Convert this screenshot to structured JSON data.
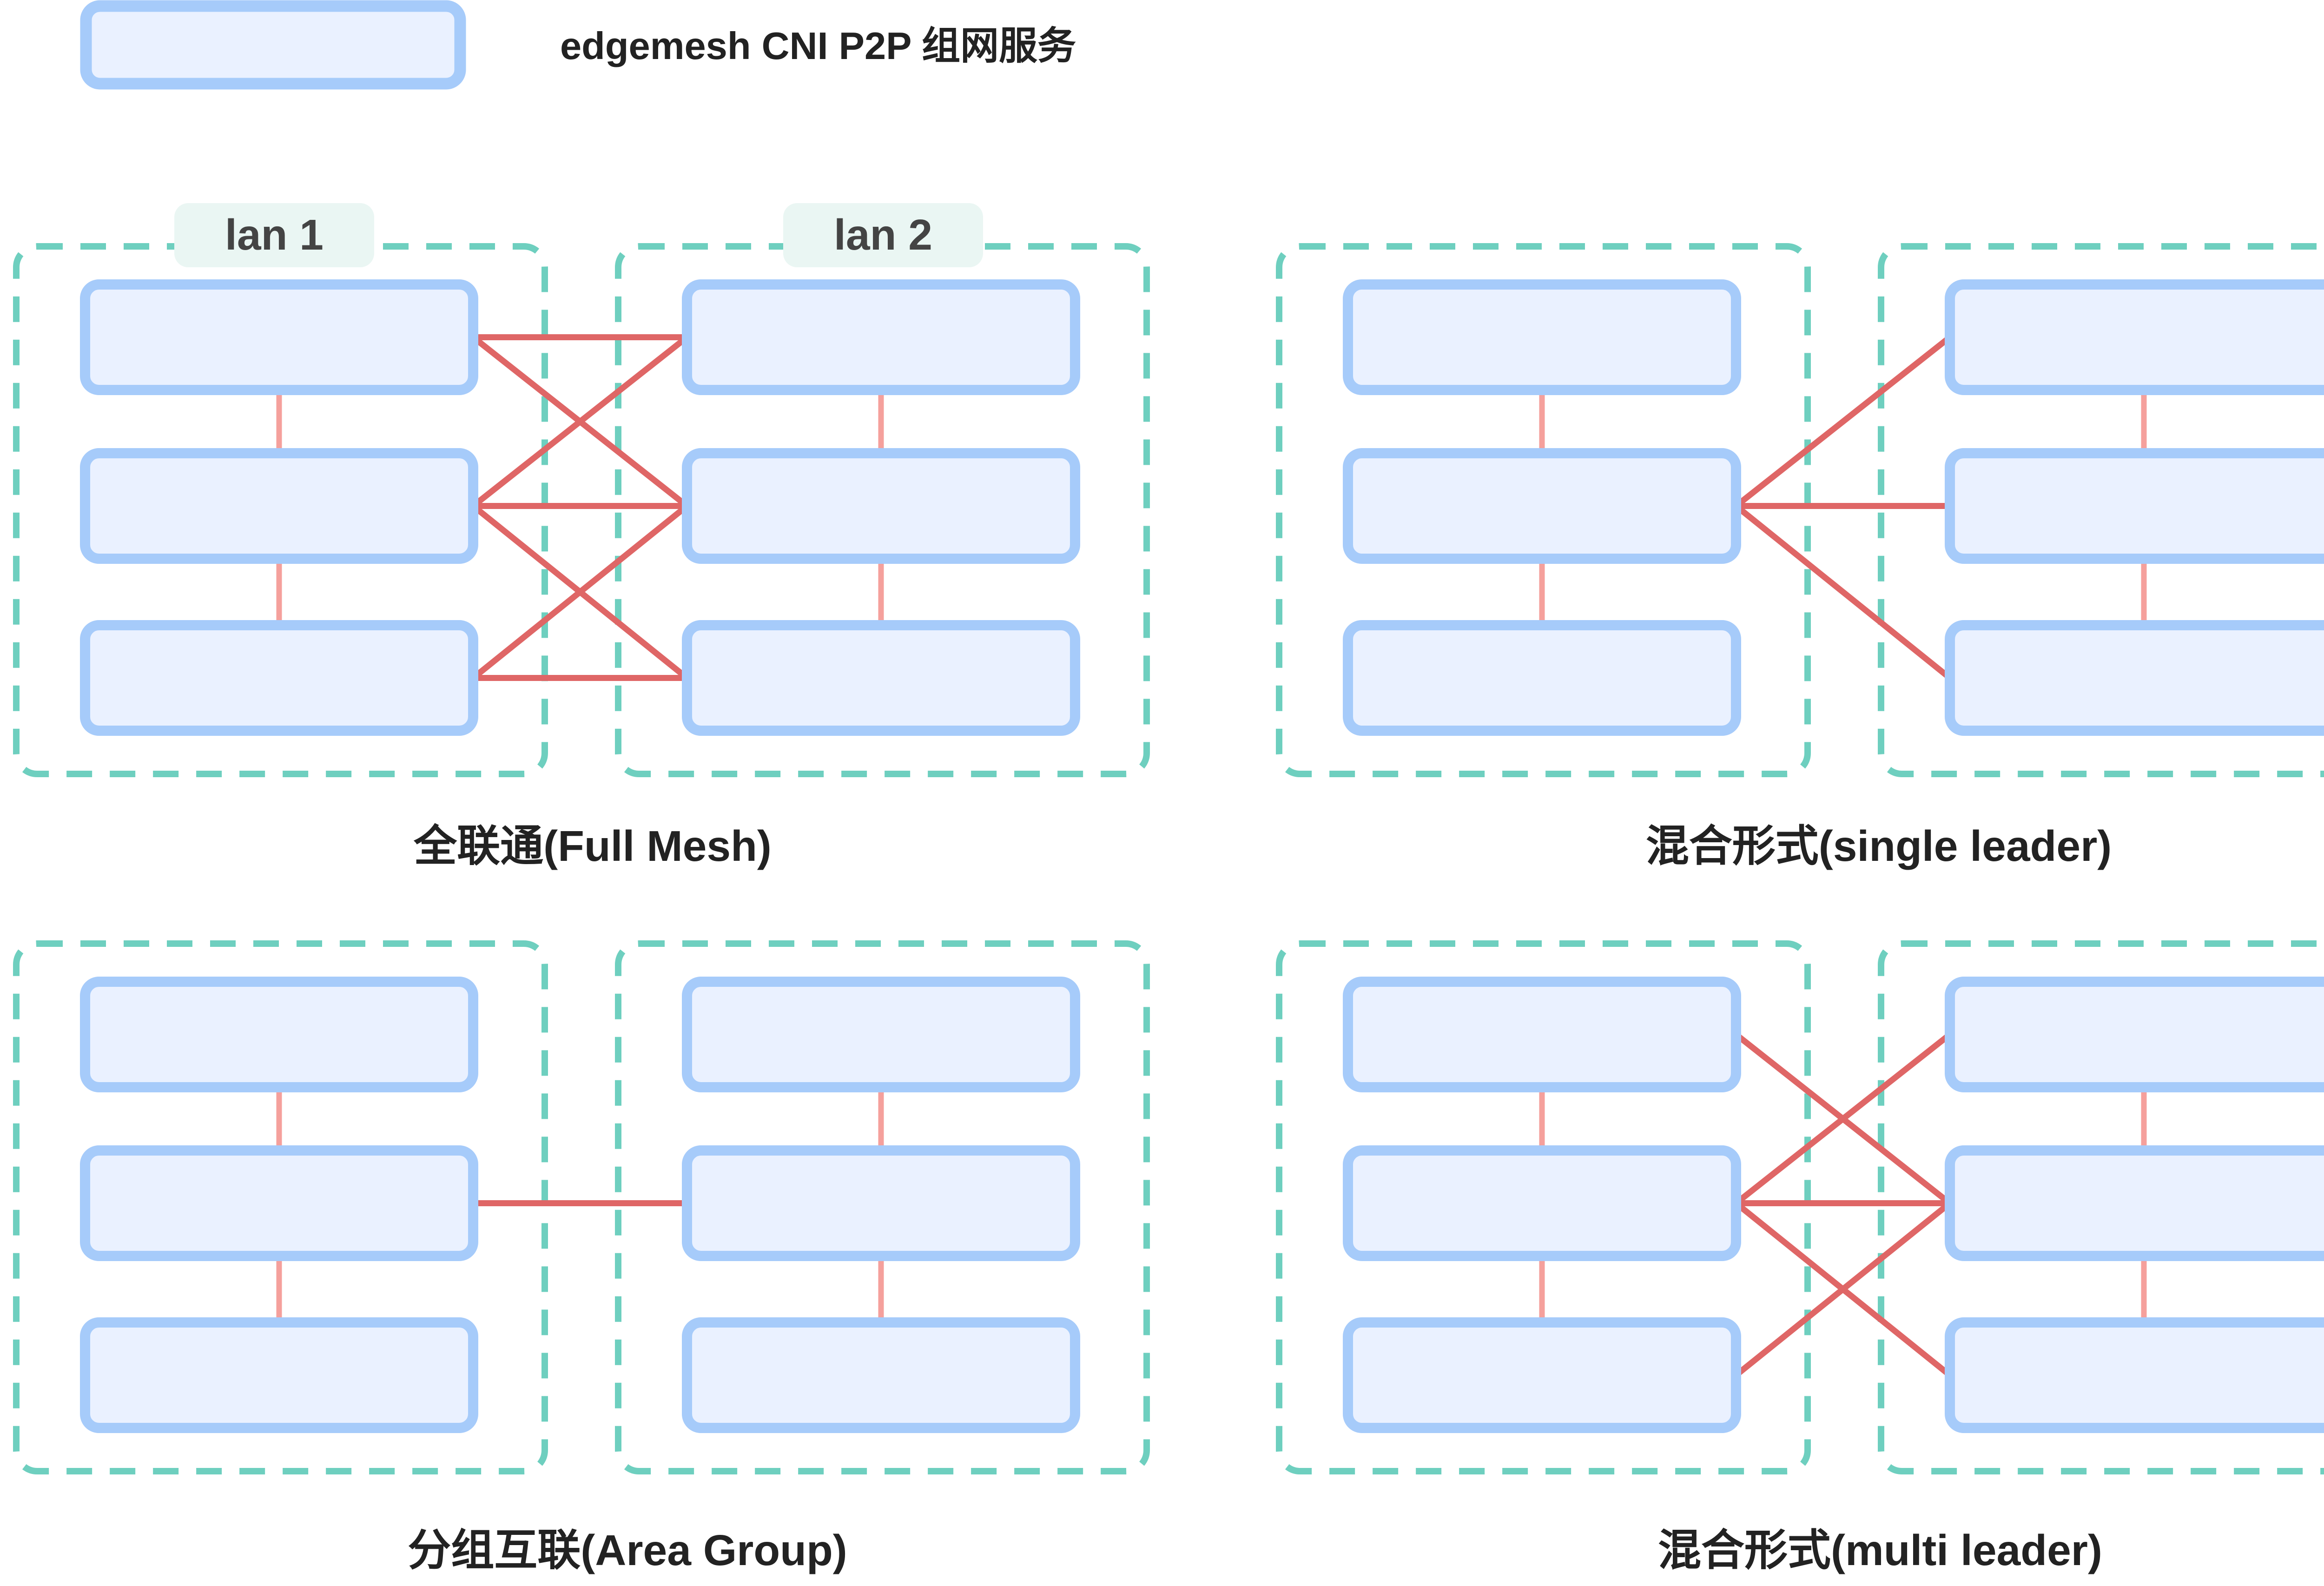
{
  "legend": {
    "label": "edgemesh  CNI P2P 组网服务"
  },
  "lan_tags": [
    "lan 1",
    "lan 2"
  ],
  "panels": [
    {
      "id": "full-mesh",
      "caption": "全联通(Full Mesh)",
      "topology": "full-mesh"
    },
    {
      "id": "single-leader",
      "caption": "混合形式(single leader)",
      "topology": "single-leader"
    },
    {
      "id": "area-group",
      "caption": "分组互联(Area Group)",
      "topology": "area-group"
    },
    {
      "id": "multi-leader",
      "caption": "混合形式(multi leader)",
      "topology": "multi-leader"
    }
  ],
  "colors": {
    "node_fill": "#eaf1ff",
    "node_stroke": "#a6cbfa",
    "lan_border": "#6ecfbf",
    "lan_tag_bg": "#eaf6f3",
    "intra_link": "#f5a09c",
    "cross_link": "#df6666"
  },
  "icons": {}
}
